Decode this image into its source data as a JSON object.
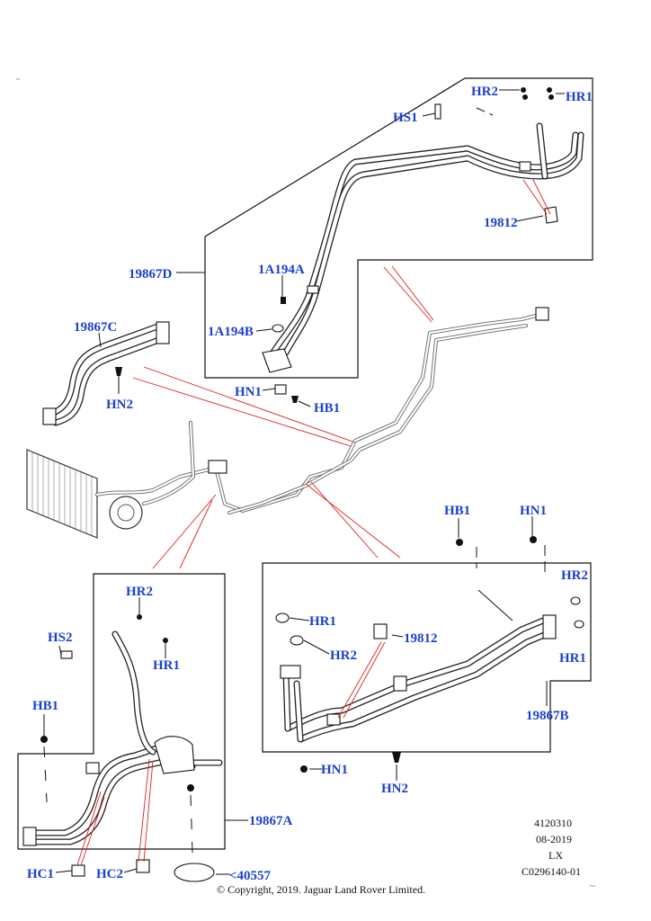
{
  "callouts": {
    "hr2_top": "HR2",
    "hr1_top": "HR1",
    "hs1": "HS1",
    "p19812_top": "19812",
    "p19867d": "19867D",
    "p1a194a": "1A194A",
    "p1a194b": "1A194B",
    "hn1_top": "HN1",
    "hb1_top": "HB1",
    "p19867c": "19867C",
    "hn2_left": "HN2",
    "hb1_right": "HB1",
    "hn1_right": "HN1",
    "hr2_right": "HR2",
    "hr1_mid": "HR1",
    "hr2_mid": "HR2",
    "p19812_mid": "19812",
    "hr1_right": "HR1",
    "p19867b": "19867B",
    "hn1_bottom": "HN1",
    "hn2_bottom": "HN2",
    "hr2_lower": "HR2",
    "hr1_lower": "HR1",
    "hs2": "HS2",
    "hb1_lower": "HB1",
    "p19867a": "19867A",
    "hc1": "HC1",
    "hc2": "HC2",
    "p40557": "<40557"
  },
  "meta": {
    "code": "4120310",
    "date": "08-2019",
    "model": "LX",
    "ref": "C0296140-01"
  },
  "copyright": "© Copyright, 2019. Jaguar Land Rover Limited.",
  "colors": {
    "callout": "#1b3fcf",
    "leader_red": "#e02020",
    "line": "#111111"
  }
}
